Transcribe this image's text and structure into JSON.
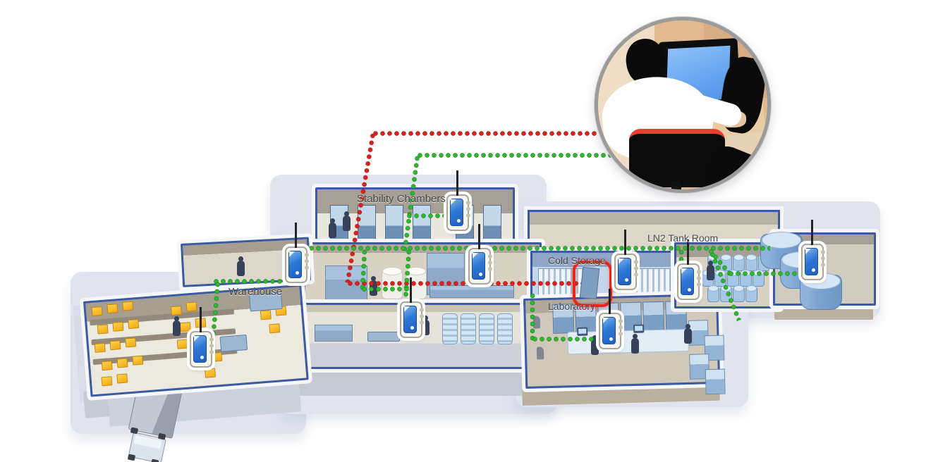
{
  "rooms": {
    "stability_chambers": {
      "label": "Stability Chambers"
    },
    "ln2_tank_room": {
      "label": "LN2 Tank Room"
    },
    "cold_storage": {
      "label": "Cold Storage"
    },
    "laboratory": {
      "label": "Laboratory"
    },
    "warehouse": {
      "label": "Warehouse"
    }
  },
  "network": {
    "wireless_link_color": "#2eb82e",
    "alarm_link_color": "#d7231f",
    "door_alarm_color": "#ea2517",
    "sensor_count": 9,
    "sensor_locations": [
      "entry-corridor",
      "stability-chambers",
      "process-area",
      "wash-area",
      "warehouse",
      "cold-storage",
      "laboratory",
      "ln2-tank-room",
      "ln2-bulk-tanks"
    ]
  },
  "colors": {
    "wall_outline": "#3b5aa0",
    "platform": "#e1e4ef",
    "device_screen": "#2e77d4"
  }
}
